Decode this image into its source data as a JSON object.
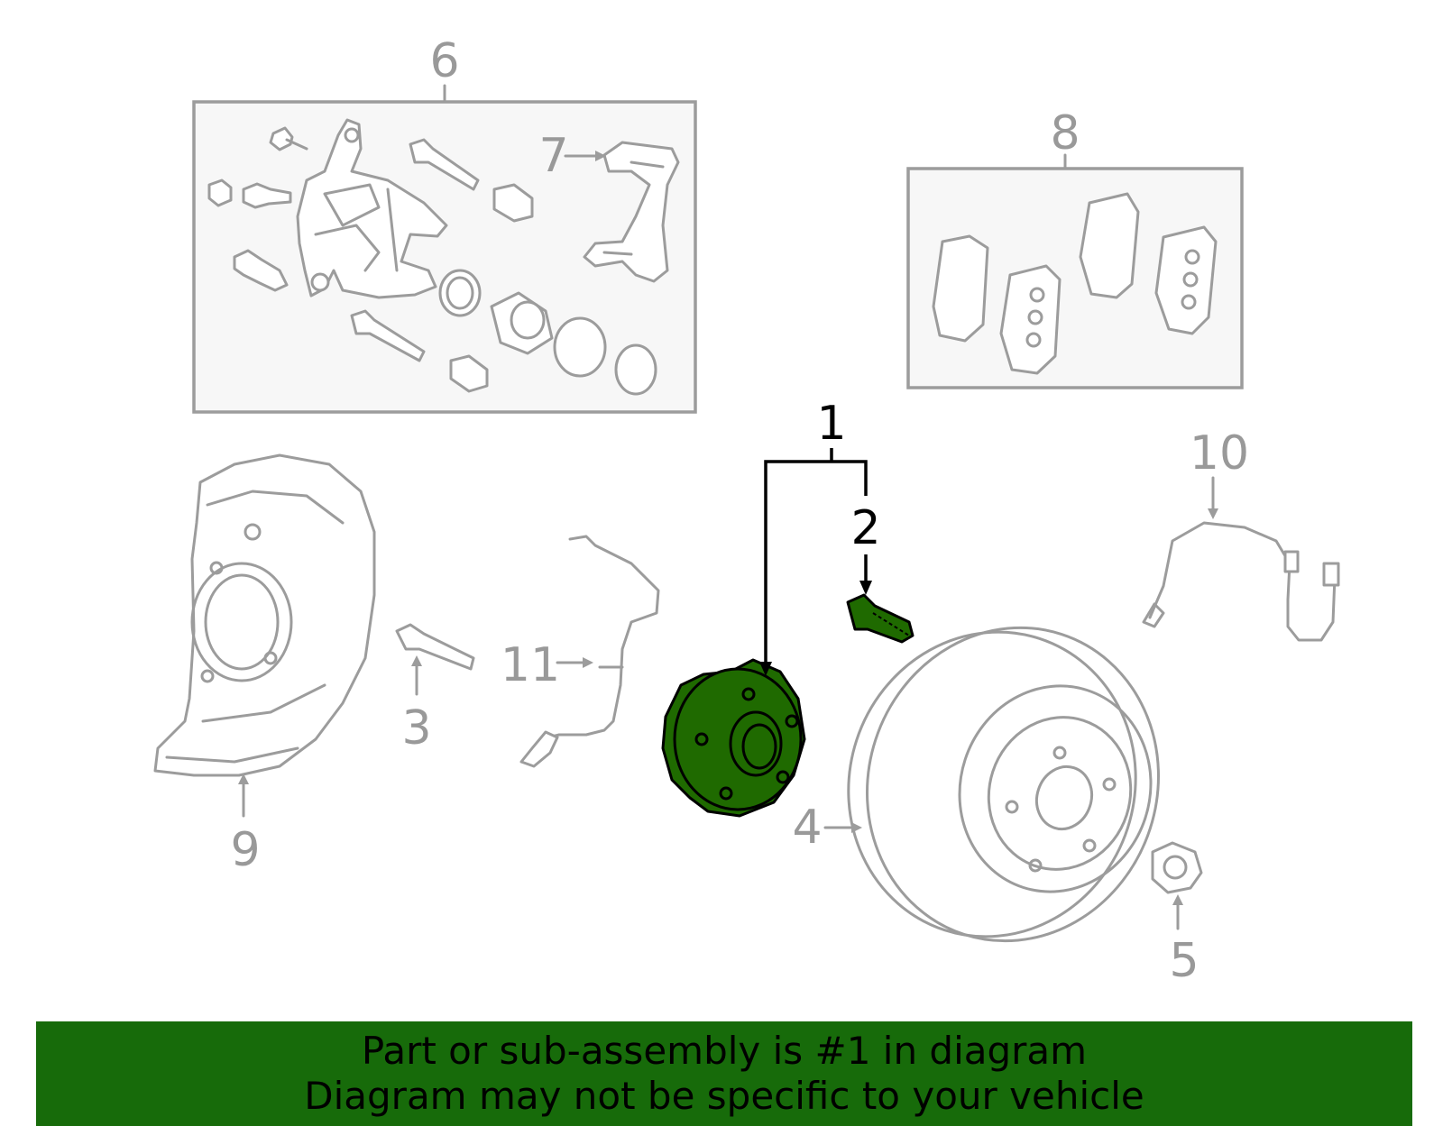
{
  "callouts": {
    "c1": "1",
    "c2": "2",
    "c3": "3",
    "c4": "4",
    "c5": "5",
    "c6": "6",
    "c7": "7",
    "c8": "8",
    "c9": "9",
    "c10": "10",
    "c11": "11"
  },
  "highlighted_parts": [
    "1",
    "2"
  ],
  "banner": {
    "line1": "Part or sub-assembly is #1 in diagram",
    "line2": "Diagram may not be specific to your vehicle"
  },
  "colors": {
    "highlight": "#1f6a00",
    "banner": "#176b0a",
    "part_outline": "#9c9c9c",
    "active_callout": "#000000",
    "inactive_callout": "#999999"
  }
}
